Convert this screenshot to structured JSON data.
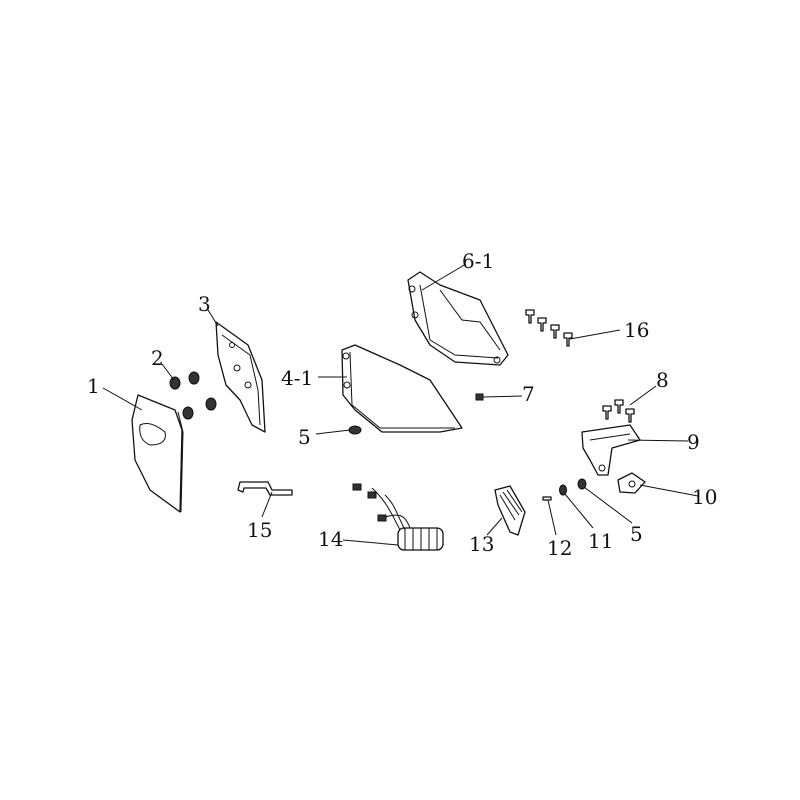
{
  "diagram": {
    "callouts": [
      {
        "id": "p1",
        "text": "1"
      },
      {
        "id": "p2",
        "text": "2"
      },
      {
        "id": "p3",
        "text": "3"
      },
      {
        "id": "p4_1",
        "text": "4-1"
      },
      {
        "id": "p5a",
        "text": "5"
      },
      {
        "id": "p6_1",
        "text": "6-1"
      },
      {
        "id": "p7",
        "text": "7"
      },
      {
        "id": "p8",
        "text": "8"
      },
      {
        "id": "p9",
        "text": "9"
      },
      {
        "id": "p10",
        "text": "10"
      },
      {
        "id": "p5b",
        "text": "5"
      },
      {
        "id": "p11",
        "text": "11"
      },
      {
        "id": "p12",
        "text": "12"
      },
      {
        "id": "p13",
        "text": "13"
      },
      {
        "id": "p14",
        "text": "14"
      },
      {
        "id": "p15",
        "text": "15"
      },
      {
        "id": "p16",
        "text": "16"
      }
    ]
  }
}
